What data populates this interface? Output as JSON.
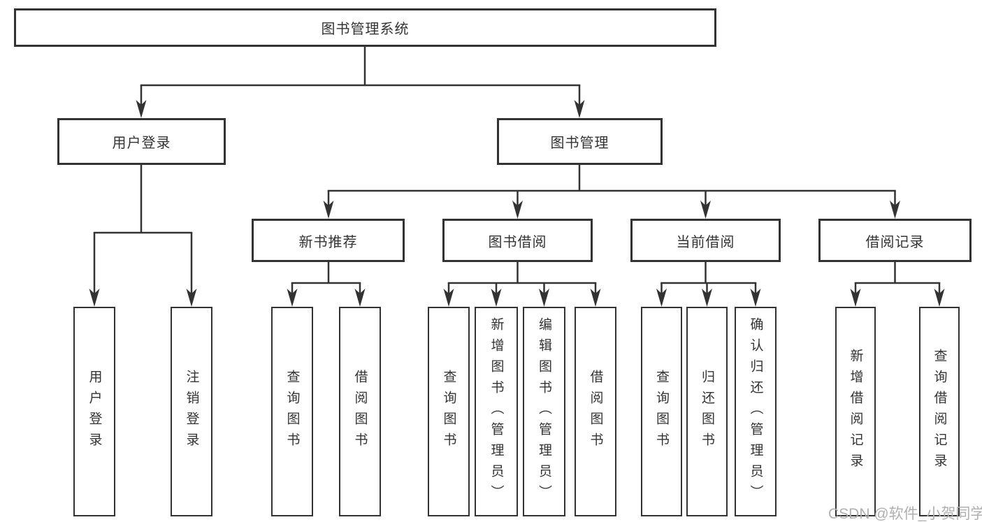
{
  "diagram": {
    "root": {
      "label": "图书管理系统"
    },
    "level2": [
      {
        "label": "用户登录",
        "children": [
          {
            "label": "用户登录"
          },
          {
            "label": "注销登录"
          }
        ]
      },
      {
        "label": "图书管理",
        "children": [
          {
            "label": "新书推荐",
            "children": [
              {
                "label": "查询图书"
              },
              {
                "label": "借阅图书"
              }
            ]
          },
          {
            "label": "图书借阅",
            "children": [
              {
                "label": "查询图书"
              },
              {
                "label": "新增图书（管理员）"
              },
              {
                "label": "编辑图书（管理员）"
              },
              {
                "label": "借阅图书"
              }
            ]
          },
          {
            "label": "当前借阅",
            "children": [
              {
                "label": "查询图书"
              },
              {
                "label": "归还图书"
              },
              {
                "label": "确认归还（管理员）"
              }
            ]
          },
          {
            "label": "借阅记录",
            "children": [
              {
                "label": "新增借阅记录"
              },
              {
                "label": "查询借阅记录"
              }
            ]
          }
        ]
      }
    ]
  },
  "watermark": {
    "label": "CSDN @软件_小贺同学"
  },
  "colors": {
    "line": "#333333",
    "text": "#333333",
    "background": "#ffffff",
    "watermark": "#b0b0b0"
  }
}
